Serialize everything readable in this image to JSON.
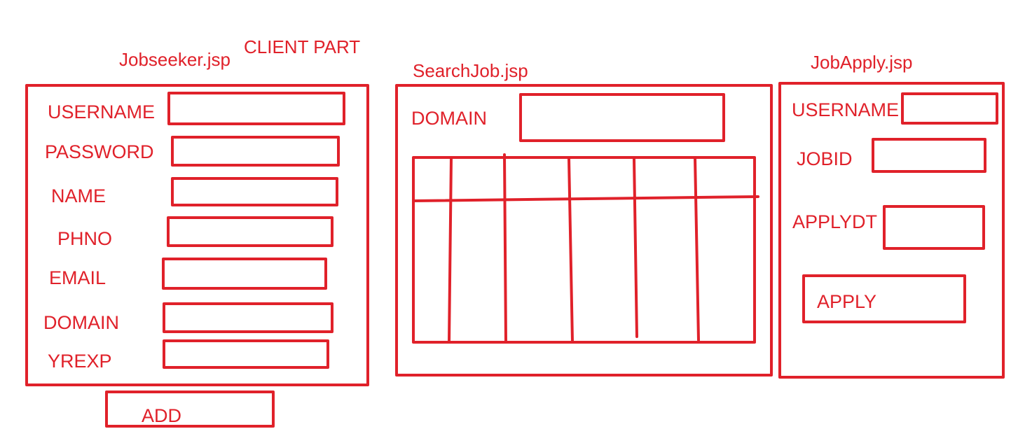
{
  "colors": {
    "ink": "#e0212a",
    "background": "#ffffff"
  },
  "header": {
    "client_part": "CLIENT PART"
  },
  "jobseeker": {
    "title": "Jobseeker.jsp",
    "fields": {
      "username": "USERNAME",
      "password": "PASSWORD",
      "name": "NAME",
      "phno": "PHNO",
      "email": "EMAIL",
      "domain": "DOMAIN",
      "yrexp": "YREXP"
    },
    "add_label": "ADD"
  },
  "searchjob": {
    "title": "SearchJob.jsp",
    "domain_label": "DOMAIN"
  },
  "jobapply": {
    "title": "JobApply.jsp",
    "fields": {
      "username": "USERNAME",
      "jobid": "JOBID",
      "applydt": "APPLYDT"
    },
    "apply_label": "APPLY"
  }
}
